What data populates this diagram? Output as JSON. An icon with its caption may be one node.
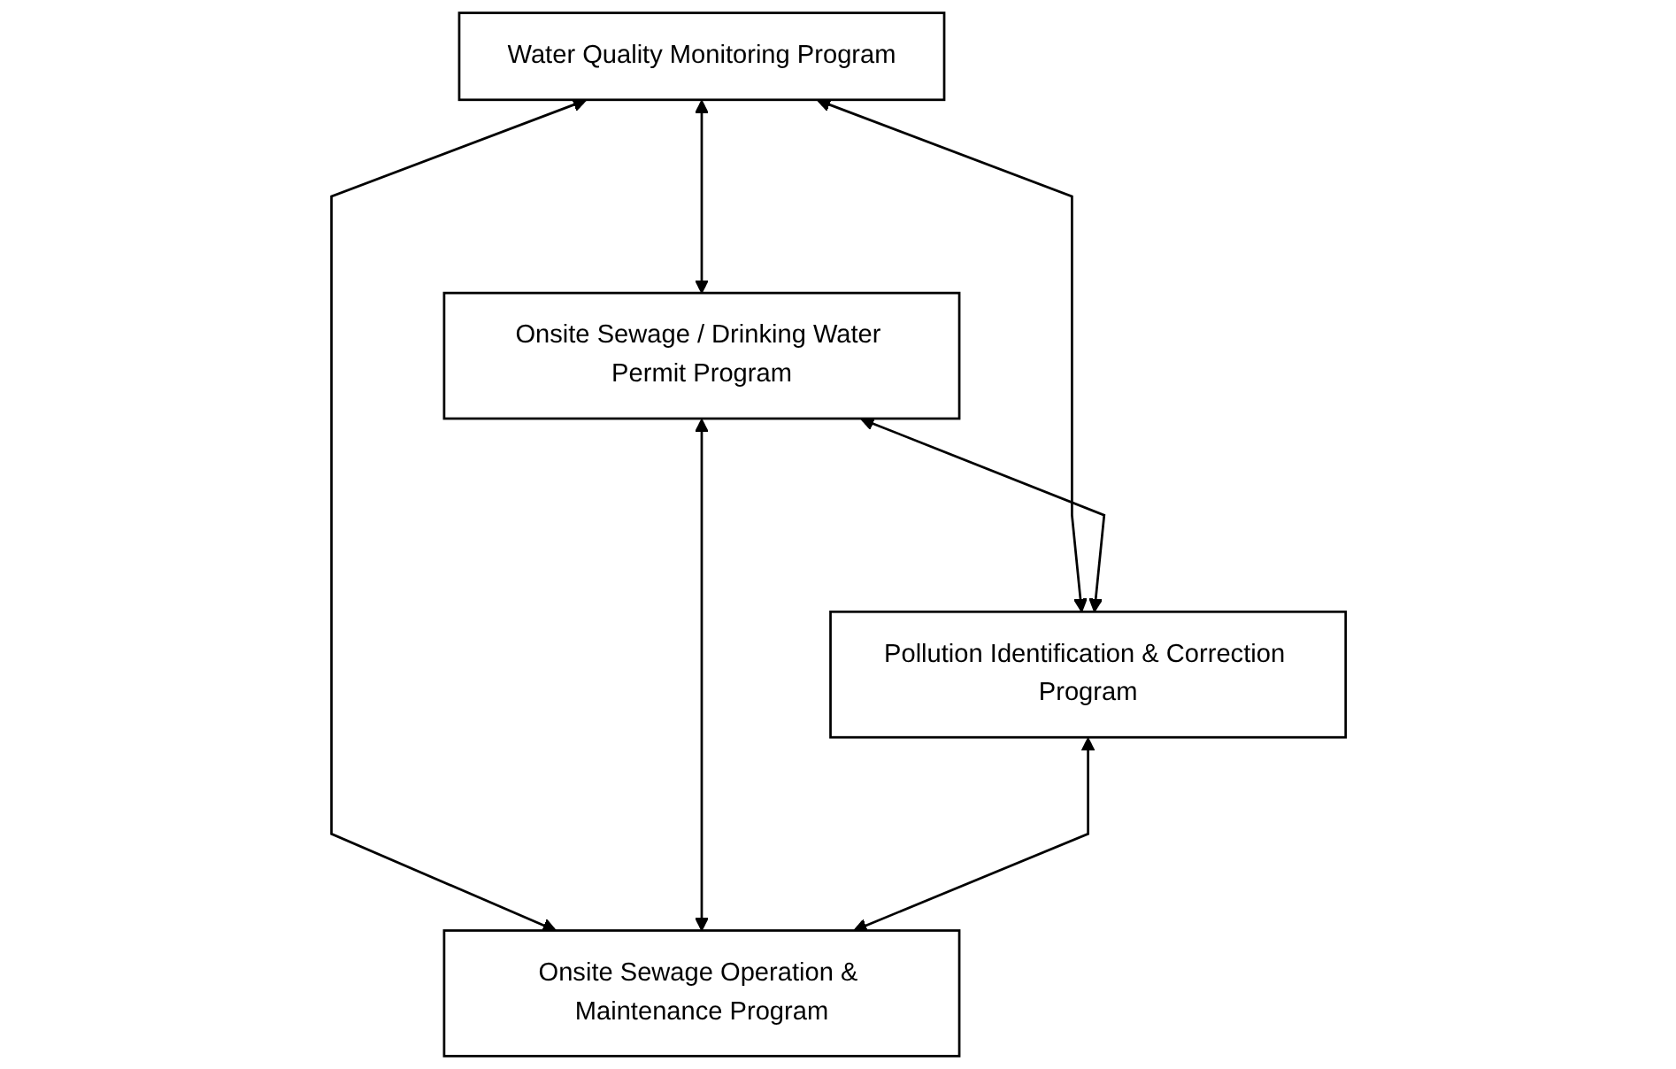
{
  "diagram": {
    "nodes": [
      {
        "text": [
          "Water Quality Monitoring Program"
        ]
      },
      {
        "text": [
          "Onsite Sewage / Drinking Water Permit Program"
        ]
      },
      {
        "text": [
          "Pollution Identification & Correction Program"
        ]
      },
      {
        "text": [
          "Onsite Sewage Operation & Maintenance Program"
        ]
      }
    ],
    "edges": [
      {
        "from": 0,
        "to": 1,
        "arrow": "both"
      },
      {
        "from": 0,
        "to": 2,
        "arrow": "both"
      },
      {
        "from": 0,
        "to": 3,
        "arrow": "both"
      },
      {
        "from": 1,
        "to": 2,
        "arrow": "both"
      },
      {
        "from": 1,
        "to": 3,
        "arrow": "both"
      },
      {
        "from": 2,
        "to": 3,
        "arrow": "both"
      }
    ]
  }
}
